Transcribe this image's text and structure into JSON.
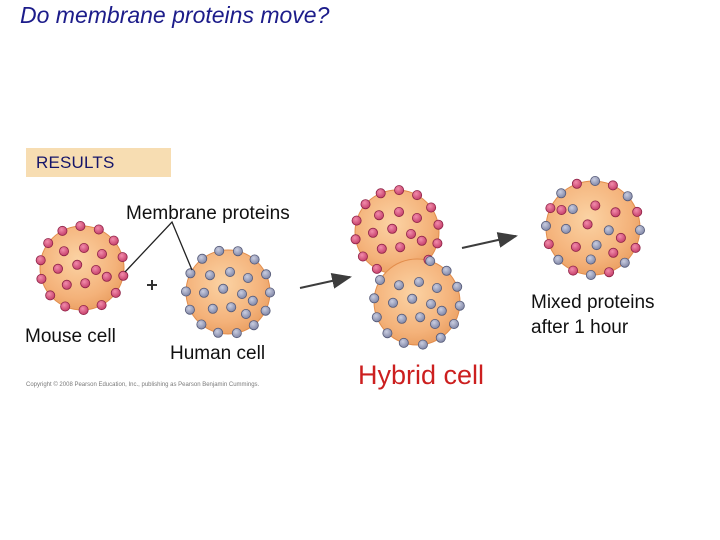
{
  "slide": {
    "title": "Do membrane proteins move?",
    "results_label": "RESULTS",
    "labels": {
      "membrane_proteins": "Membrane proteins",
      "mouse_cell": "Mouse cell",
      "human_cell": "Human cell",
      "hybrid_cell": "Hybrid cell",
      "mixed_proteins": "Mixed proteins\nafter 1 hour"
    },
    "copyright": "Copyright © 2008 Pearson Education, Inc., publishing as Pearson Benjamin Cummings.",
    "colors": {
      "title": "#1c1c8a",
      "results_background": "#f7ddb2",
      "cell_fill": "#f4b27a",
      "mouse_protein": "#d9537e",
      "human_protein": "#9ea3bf",
      "hybrid_label": "#cc1f1f",
      "arrow": "#3d3d3d"
    }
  }
}
